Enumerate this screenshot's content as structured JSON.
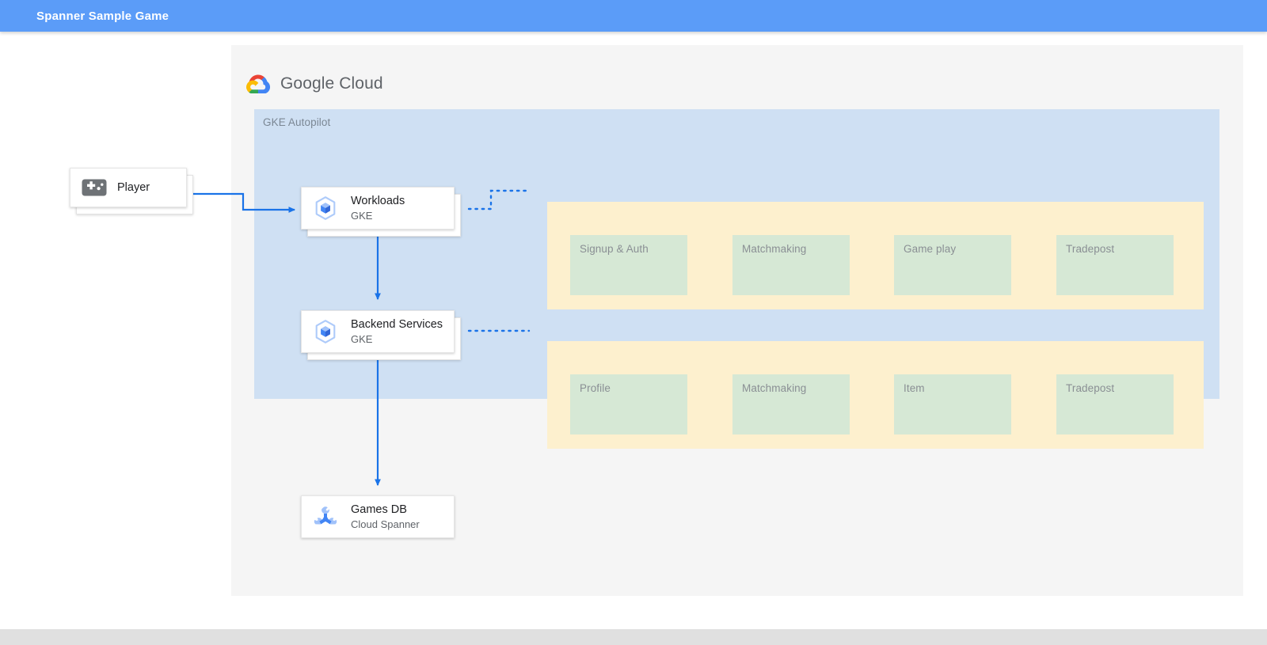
{
  "appbar": {
    "title": "Spanner Sample Game"
  },
  "footer": {
    "label": ""
  },
  "diagram": {
    "cloud_provider": {
      "name_part1": "Google",
      "name_part2": "Cloud",
      "logo_icon": "google-cloud-logo"
    },
    "platform_panel": {
      "label": "GKE Autopilot",
      "color": "#cfe0f3"
    },
    "service_groups": [
      {
        "group_id": "workloads-services",
        "color": "#fdf0ce",
        "boxes": [
          {
            "label": "Signup & Auth",
            "color": "#d6e8d5"
          },
          {
            "label": "Matchmaking",
            "color": "#d6e8d5"
          },
          {
            "label": "Game play",
            "color": "#d6e8d5"
          },
          {
            "label": "Tradepost",
            "color": "#d6e8d5"
          }
        ]
      },
      {
        "group_id": "backend-services",
        "color": "#fdf0ce",
        "boxes": [
          {
            "label": "Profile",
            "color": "#d6e8d5"
          },
          {
            "label": "Matchmaking",
            "color": "#d6e8d5"
          },
          {
            "label": "Item",
            "color": "#d6e8d5"
          },
          {
            "label": "Tradepost",
            "color": "#d6e8d5"
          }
        ]
      }
    ],
    "nodes": [
      {
        "id": "player",
        "title": "Player",
        "subtitle": "",
        "icon": "gamepad-icon"
      },
      {
        "id": "workloads",
        "title": "Workloads",
        "subtitle": "GKE",
        "icon": "gke-icon"
      },
      {
        "id": "backend",
        "title": "Backend Services",
        "subtitle": "GKE",
        "icon": "gke-icon"
      },
      {
        "id": "gamesdb",
        "title": "Games DB",
        "subtitle": "Cloud Spanner",
        "icon": "cloud-spanner-icon"
      }
    ],
    "connector_color": "#1a73e8"
  }
}
